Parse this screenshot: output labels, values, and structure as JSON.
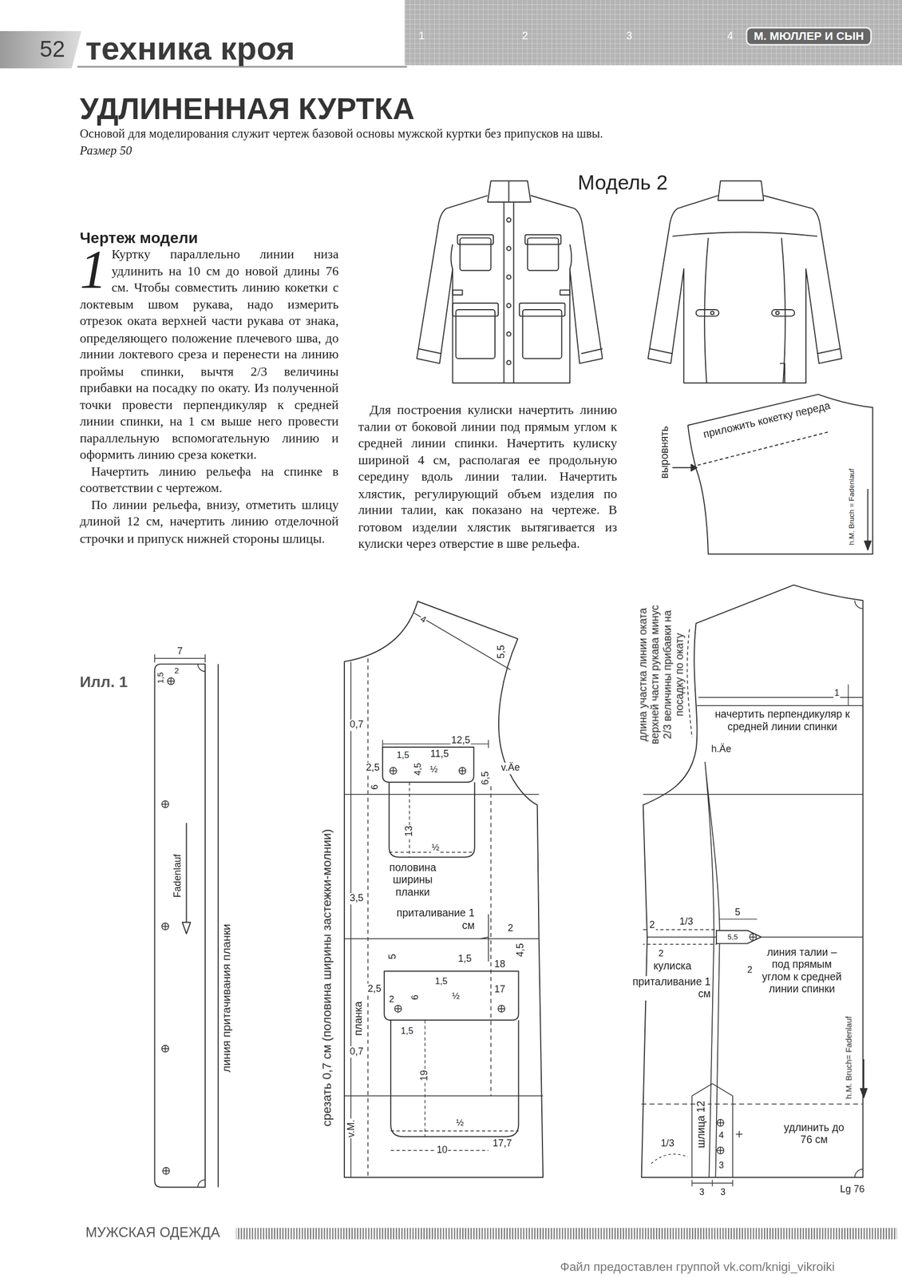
{
  "diagram": {
    "title": "УДЛИНЕННАЯ КУРТКА",
    "nodes": [
      {
        "text": [
          "52"
        ]
      },
      {
        "text": [
          "М. МЮЛЛЕР И СЫН"
        ]
      }
    ],
    "labels": [
      "техника кроя",
      "1",
      "2",
      "3",
      "4",
      "Основой для моделирования служит чертеж базовой основы мужской куртки без припусков на швы.",
      "Размер 50",
      "Модель 2",
      "Чертеж модели",
      "1",
      "Куртку параллельно линии низа удлинить на 10 см до новой длины 76 см. Чтобы совместить линию кокетки с локтевым швом рукава, надо измерить отрезок оката верхней части рукава от знака, определяющего положение плечевого шва, до линии локтевого среза и перенести на линию проймы спинки, вычтя 2/3 величины прибавки на посадку по окату. Из полученной точки провести перпендикуляр к средней линии спинки, на 1 см выше него провести параллельную вспомогательную линию и оформить линию среза кокетки.",
      "Начертить линию рельефа на спинке в соответствии с чертежом.",
      "По линии рельефа, внизу, отметить шлицу длиной 12 см, начертить линию отделочной строчки и припуск нижней стороны шлицы.",
      "Для построения кулиски начертить линию талии от боковой линии под прямым углом к средней линии спинки. Начертить кулиску шириной 4 см, располагая ее продольную середину вдоль линии талии. Начертить хлястик, регулирующий объем изделия по линии талии, как показано на чертеже. В готовом изделии хлястик вытягивается из кулиски через отверстие в шве рельефа.",
      "приложить кокетку переда",
      "выровнять",
      "h.M. Bruch = Fadenlauf",
      "Илл. 1",
      "7",
      "1,5",
      "2",
      "Fadenlauf",
      "линия притачивания планки",
      "4",
      "5,5",
      "0,7",
      "12,5",
      "11,5",
      "1,5",
      "2,5",
      "6",
      "4,5",
      "½",
      "6,5",
      "v.Äe",
      "13",
      "½",
      "половина ширины планки",
      "3,5",
      "срезать 0,7 см (половина ширины застежки-молнии)",
      "приталивание 1 см",
      "2",
      "1,5",
      "4,5",
      "5",
      "18",
      "1,5",
      "2,5",
      "½",
      "17",
      "2",
      "6",
      "1,5",
      "планка",
      "0,7",
      "19",
      "v.M.",
      "½",
      "10",
      "17,7",
      "длина участка линии оката верхней части рукава минус 2/3 величины прибавки на посадку по окату",
      "1",
      "начертить перпендикуляр к средней линии спинки",
      "h.Äe",
      "5",
      "2",
      "1/3",
      "5,5",
      "2",
      "3",
      "2",
      "кулиска",
      "приталивание 1 см",
      "линия талии – под прямым углом к средней линии спинки",
      "h.M. Bruch= Fadenlauf",
      "шлица 12",
      "4",
      "3",
      "удлинить до 76 см",
      "1/3",
      "3",
      "3",
      "Lg 76",
      "МУЖСКАЯ ОДЕЖДА",
      "Файл предоставлен группой vk.com/knigi_vikroiki"
    ]
  }
}
